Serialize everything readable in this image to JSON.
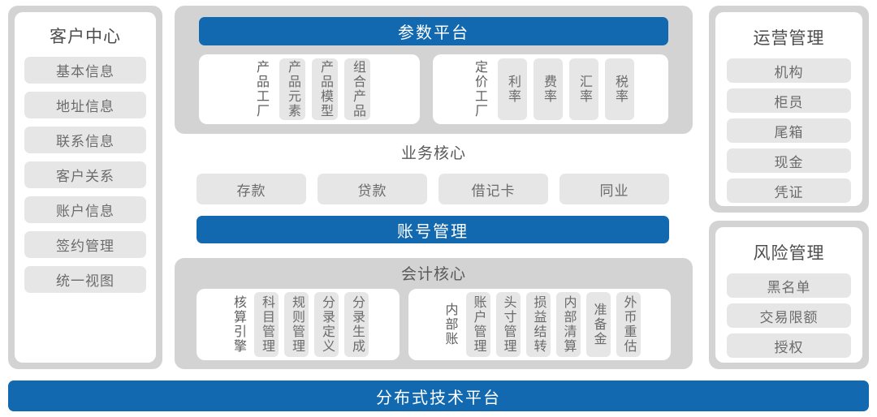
{
  "left_panel": {
    "title": "客户中心",
    "items": [
      {
        "label": "基本信息"
      },
      {
        "label": "地址信息"
      },
      {
        "label": "联系信息"
      },
      {
        "label": "客户关系"
      },
      {
        "label": "账户信息"
      },
      {
        "label": "签约管理"
      },
      {
        "label": "统一视图"
      }
    ]
  },
  "param_platform": {
    "title": "参数平台",
    "group_a": [
      {
        "label": "产品工厂",
        "style": "plain"
      },
      {
        "label": "产品元素",
        "style": "filled"
      },
      {
        "label": "产品模型",
        "style": "filled"
      },
      {
        "label": "组合产品",
        "style": "filled"
      }
    ],
    "group_b": [
      {
        "label": "定价工厂",
        "style": "plain"
      },
      {
        "label": "利率",
        "style": "filled"
      },
      {
        "label": "费率",
        "style": "filled"
      },
      {
        "label": "汇率",
        "style": "filled"
      },
      {
        "label": "税率",
        "style": "filled"
      }
    ]
  },
  "business_core": {
    "title": "业务核心",
    "items": [
      {
        "label": "存款"
      },
      {
        "label": "贷款"
      },
      {
        "label": "借记卡"
      },
      {
        "label": "同业"
      }
    ],
    "account_bar": "账号管理"
  },
  "accounting_core": {
    "title": "会计核心",
    "group_a": [
      {
        "label": "核算引擎",
        "style": "plain"
      },
      {
        "label": "科目管理",
        "style": "filled"
      },
      {
        "label": "规则管理",
        "style": "filled"
      },
      {
        "label": "分录定义",
        "style": "filled"
      },
      {
        "label": "分录生成",
        "style": "filled"
      }
    ],
    "group_b": [
      {
        "label": "内部账",
        "style": "plain"
      },
      {
        "label": "账户管理",
        "style": "filled"
      },
      {
        "label": "头寸管理",
        "style": "filled"
      },
      {
        "label": "损益结转",
        "style": "filled"
      },
      {
        "label": "内部清算",
        "style": "filled"
      },
      {
        "label": "准备金",
        "style": "filled"
      },
      {
        "label": "外币重估",
        "style": "filled"
      }
    ]
  },
  "operations_panel": {
    "title": "运营管理",
    "items": [
      {
        "label": "机构"
      },
      {
        "label": "柜员"
      },
      {
        "label": "尾箱"
      },
      {
        "label": "现金"
      },
      {
        "label": "凭证"
      }
    ]
  },
  "risk_panel": {
    "title": "风险管理",
    "items": [
      {
        "label": "黑名单"
      },
      {
        "label": "交易限额"
      },
      {
        "label": "授权"
      }
    ]
  },
  "bottom_bar": {
    "label": "分布式技术平台"
  },
  "colors": {
    "accent_blue": "#1269b0",
    "panel_gray": "#d3d3d3",
    "pill_gray": "#e6e6e6",
    "card_white": "#ffffff",
    "title_text": "#4d4d4d",
    "item_text": "#6b6b6b"
  }
}
